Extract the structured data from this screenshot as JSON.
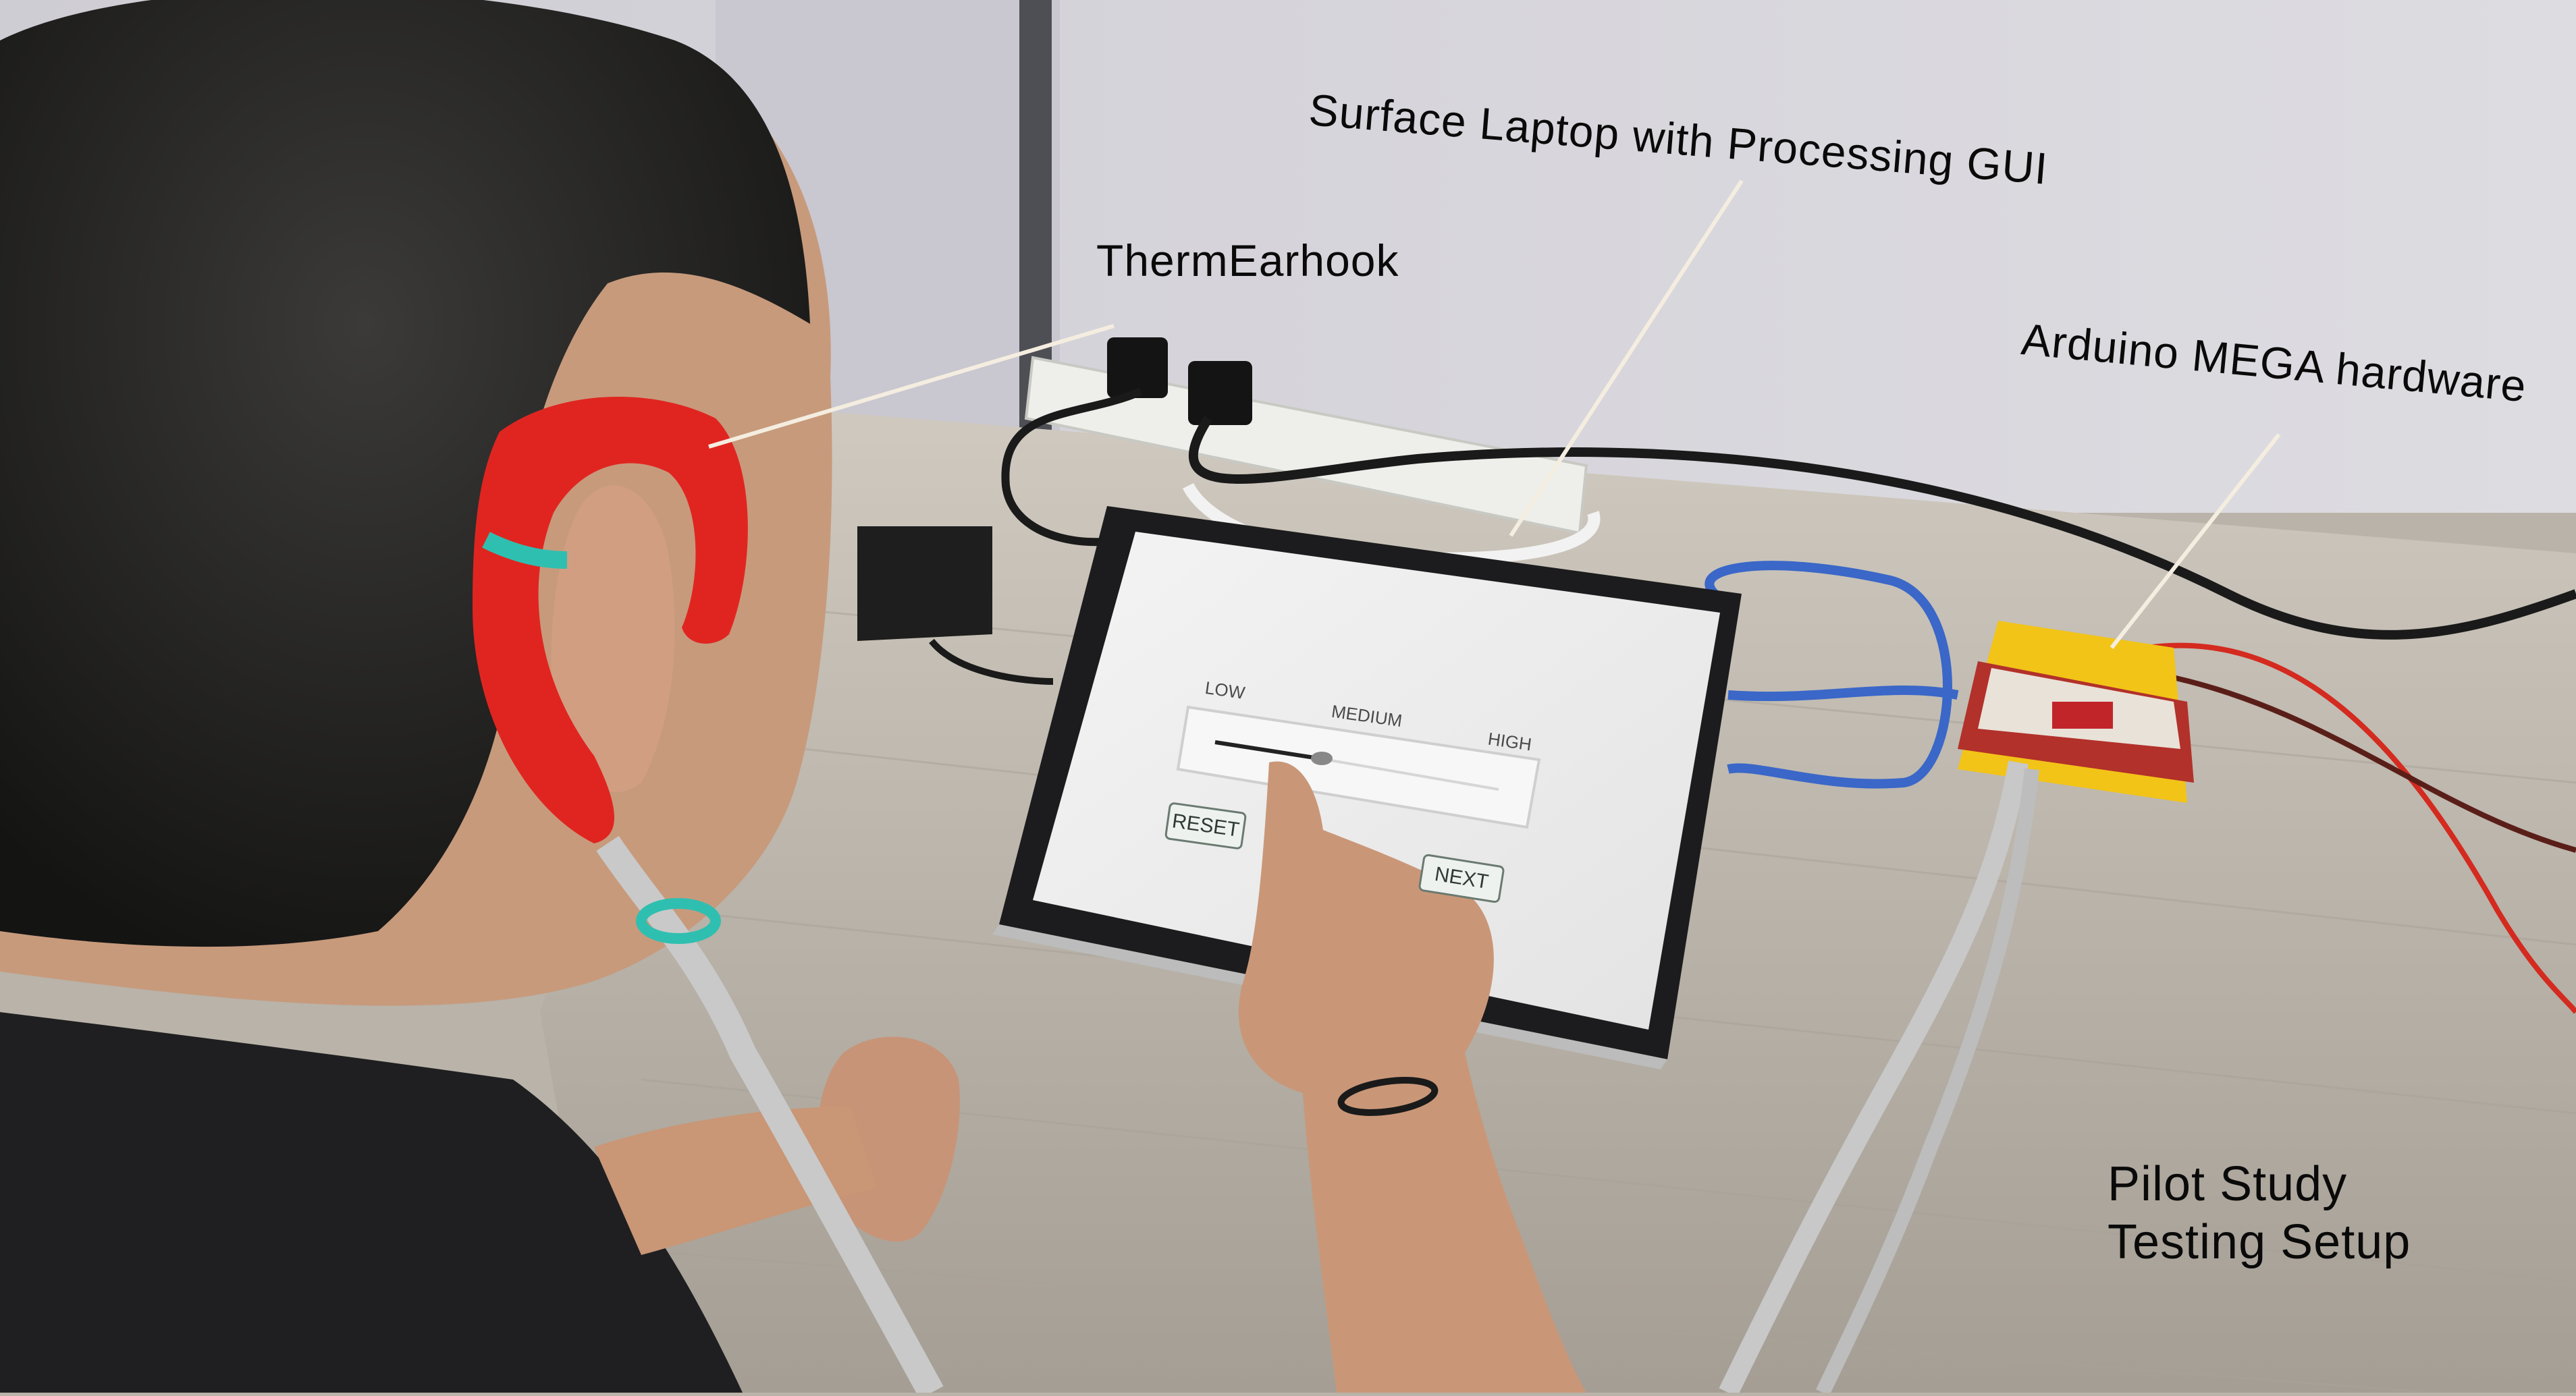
{
  "annotations": {
    "therm_earhook": "ThermEarhook",
    "surface_laptop": "Surface Laptop with Processing  GUI",
    "arduino": "Arduino MEGA hardware",
    "pilot_study_line1": "Pilot Study",
    "pilot_study_line2": "Testing Setup"
  },
  "gui": {
    "slider_low": "LOW",
    "slider_medium": "MEDIUM",
    "slider_high": "HIGH",
    "reset_button": "RESET",
    "next_button": "NEXT"
  },
  "colors": {
    "wall": "#d9d8dd",
    "desk": "#b7b0a6",
    "earhook": "#e02520",
    "arduino_board": "#f2c417",
    "usb_cable": "#3a67c8",
    "leader_line": "#f4ede0"
  }
}
